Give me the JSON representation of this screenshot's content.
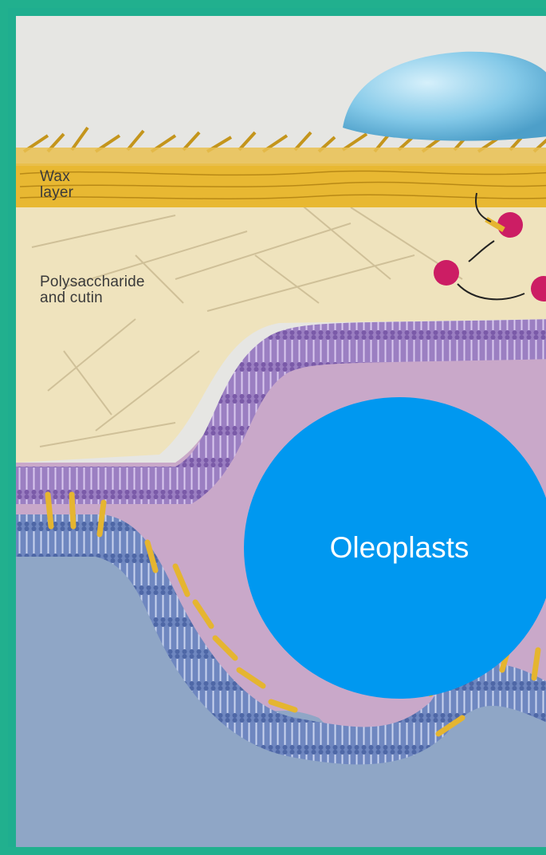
{
  "diagram": {
    "labels": {
      "wax": "Wax",
      "wax_line2": "layer",
      "poly": "Polysaccharide",
      "poly_line2": "and cutin"
    },
    "overlay_label": "Oleoplasts",
    "colors": {
      "frame": "#21b08e",
      "background": "#e6e6e3",
      "wax": "#e8b832",
      "cuticle": "#efe3bd",
      "membrane": "#a07fc1",
      "cytoplasm": "#c9a8c9",
      "lower_cell": "#8fa6c6",
      "droplet": "#7ec8e8",
      "enzyme": "#cc1d64",
      "circle": "#0098f0"
    }
  }
}
